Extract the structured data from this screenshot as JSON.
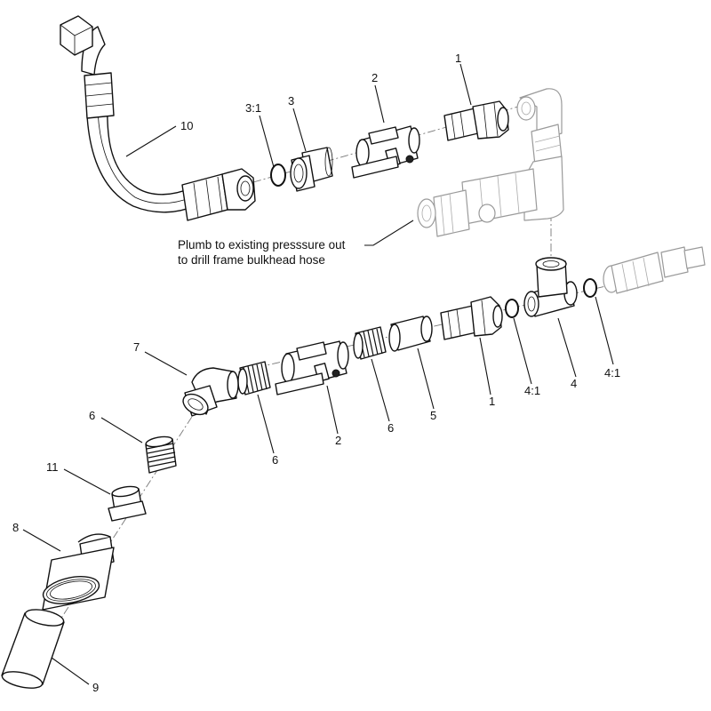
{
  "callouts": {
    "c10": "10",
    "c3_1": "3:1",
    "c3": "3",
    "c2_top": "2",
    "c1_top": "1",
    "c7": "7",
    "c6_left": "6",
    "c11": "11",
    "c8": "8",
    "c9": "9",
    "c6_mid": "6",
    "c2_mid": "2",
    "c6_right": "6",
    "c5": "5",
    "c1_mid": "1",
    "c4_1_left": "4:1",
    "c4": "4",
    "c4_1_right": "4:1"
  },
  "note": {
    "line1": "Plumb to existing presssure out",
    "line2": "to drill frame bulkhead hose"
  },
  "colors": {
    "line": "#111111",
    "ghost": "#9a9a9a",
    "background": "#ffffff"
  }
}
